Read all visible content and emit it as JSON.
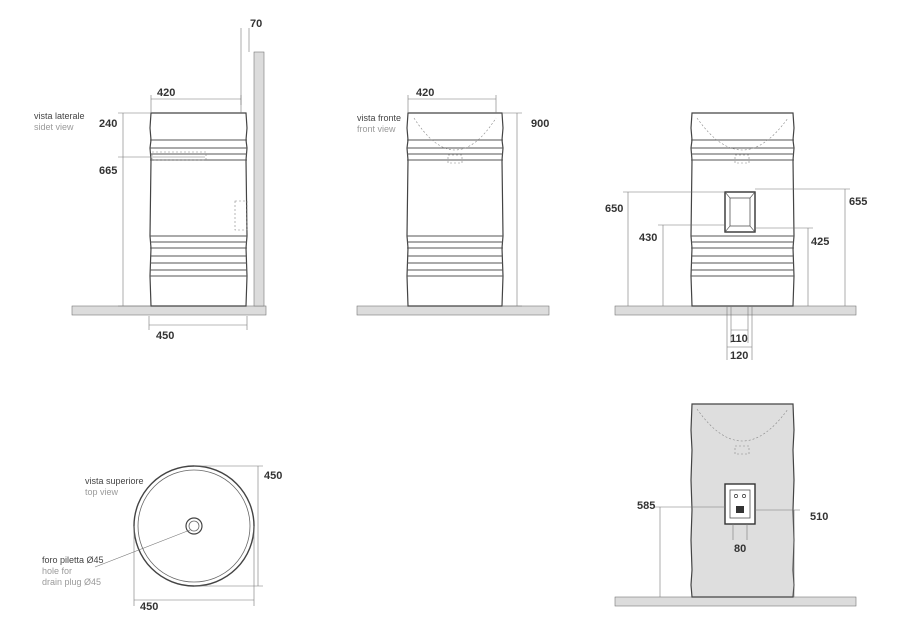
{
  "views": {
    "side": {
      "caption": "vista laterale",
      "caption_en": "sidet view",
      "dims": {
        "top": "70",
        "width_top": "420",
        "basin": "240",
        "drain": "665",
        "width_base": "450"
      }
    },
    "front": {
      "caption": "vista fronte",
      "caption_en": "front view",
      "dims": {
        "width_top": "420",
        "height": "900"
      }
    },
    "back": {
      "dims": {
        "left_outer": "650",
        "left_inner": "430",
        "right_outer": "655",
        "right_inner": "425",
        "pipe_inner": "110",
        "pipe_outer": "120"
      }
    },
    "top": {
      "caption": "vista superiore",
      "caption_en": "top view",
      "dims": {
        "depth": "450",
        "width": "450"
      },
      "drain_label": "foro piletta Ø45",
      "drain_label_en_1": "hole for",
      "drain_label_en_2": "drain plug  Ø45"
    },
    "back_alt": {
      "dims": {
        "left": "585",
        "right": "510",
        "bottom": "80"
      }
    }
  }
}
